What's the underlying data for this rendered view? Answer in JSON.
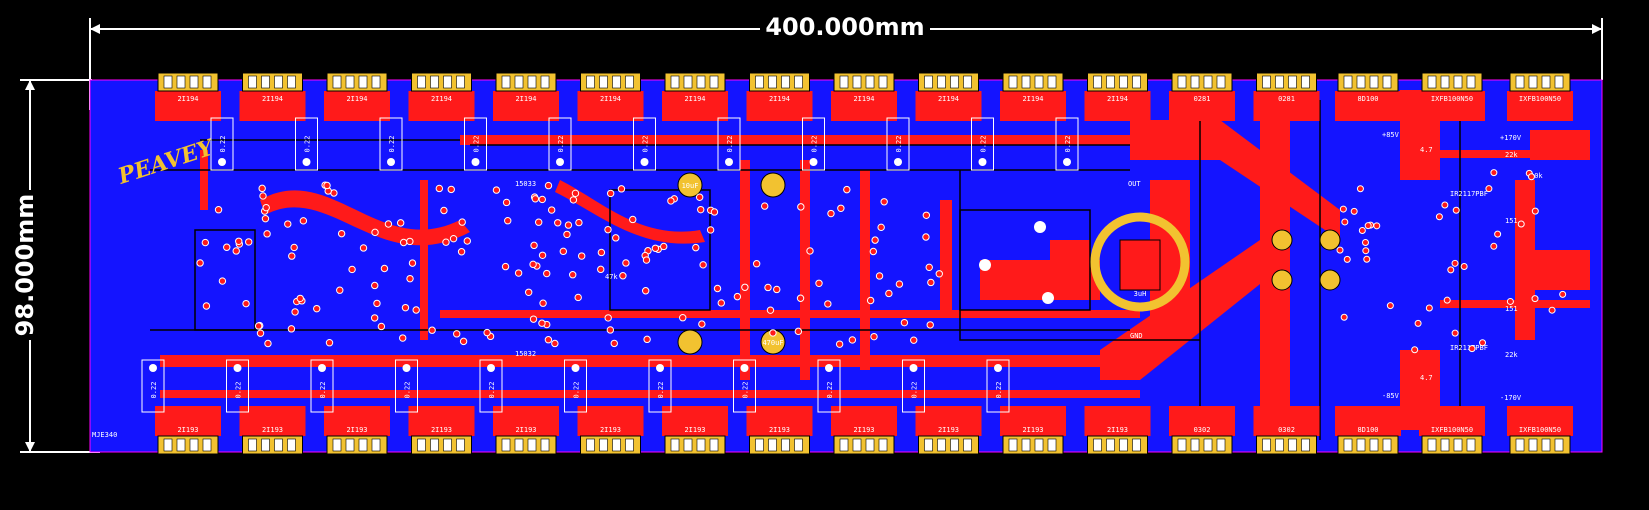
{
  "dimensions": {
    "width_label": "400.000mm",
    "height_label": "98.000mm"
  },
  "logo": {
    "text": "PEAVEY"
  },
  "labels": {
    "top_transistor": "2I194",
    "bottom_transistor": "2I193",
    "top_driver": "0281",
    "bottom_driver": "0302",
    "top_mosfet": "IXFB100N50",
    "bottom_mosfet": "IXFB100N50",
    "top_diode": "8D100",
    "bottom_diode": "8D100",
    "pos_rail": "+85V",
    "neg_rail": "-85V",
    "pos_aux": "+170V",
    "neg_aux": "-170V",
    "emitter_res": "0.22",
    "cap_big": "10uF",
    "cap_470": "470uF",
    "inductor": "3uH",
    "gnd": "GND",
    "out": "OUT",
    "bias": "MJE340",
    "r_22k": "22k",
    "r_10k": "10k",
    "r_47k": "47k",
    "r_151": "151",
    "r_4k7": "4.7",
    "r_15032": "15032",
    "r_15033": "15033",
    "ic_top": "IR2117PBF",
    "ic_bottom": "IR2117PBF"
  },
  "colors": {
    "background": "#000000",
    "copper_bottom": "#1414ff",
    "copper_top": "#ff1a1a",
    "pad": "#f2c230",
    "silkscreen": "#ffffff",
    "outline": "#ff00ff"
  }
}
